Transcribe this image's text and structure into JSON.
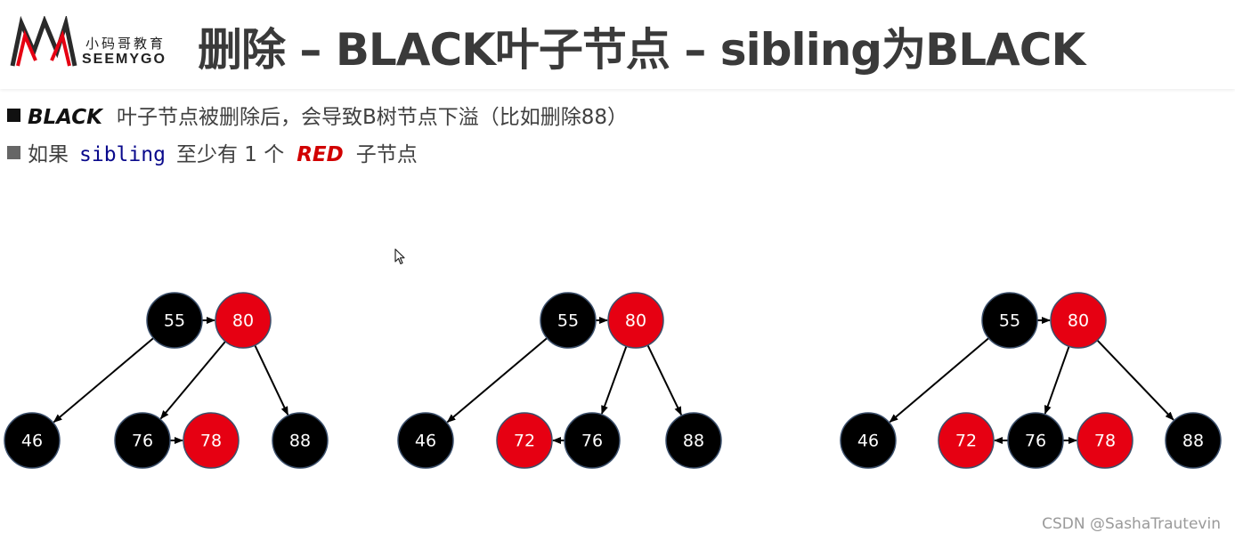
{
  "logo": {
    "chinese": "小码哥教育",
    "english": "SEEMYGO"
  },
  "title": "删除 – BLACK叶子节点 – sibling为BLACK",
  "bullets": {
    "line1": {
      "keyword": "BLACK",
      "text": "叶子节点被删除后，会导致B树节点下溢（比如删除88）"
    },
    "line2": {
      "prefix": "如果",
      "code": "sibling",
      "middle": "至少有 1 个",
      "keyword": "RED",
      "suffix": "子节点"
    }
  },
  "colors": {
    "black_node": "#000000",
    "red_node": "#e60012",
    "node_border": "#3b4f6b",
    "red_text": "#d10000",
    "code_text": "#0a0a8c"
  },
  "trees": [
    {
      "nodes": [
        {
          "label": "55",
          "color": "black"
        },
        {
          "label": "80",
          "color": "red"
        },
        {
          "label": "46",
          "color": "black"
        },
        {
          "label": "76",
          "color": "black"
        },
        {
          "label": "78",
          "color": "red"
        },
        {
          "label": "88",
          "color": "black"
        }
      ]
    },
    {
      "nodes": [
        {
          "label": "55",
          "color": "black"
        },
        {
          "label": "80",
          "color": "red"
        },
        {
          "label": "46",
          "color": "black"
        },
        {
          "label": "72",
          "color": "red"
        },
        {
          "label": "76",
          "color": "black"
        },
        {
          "label": "88",
          "color": "black"
        }
      ]
    },
    {
      "nodes": [
        {
          "label": "55",
          "color": "black"
        },
        {
          "label": "80",
          "color": "red"
        },
        {
          "label": "46",
          "color": "black"
        },
        {
          "label": "72",
          "color": "red"
        },
        {
          "label": "76",
          "color": "black"
        },
        {
          "label": "78",
          "color": "red"
        },
        {
          "label": "88",
          "color": "black"
        }
      ]
    }
  ],
  "icons": {
    "cursor": "mouse-pointer-icon",
    "logo": "seemygo-logo-icon"
  },
  "watermark": "CSDN @SashaTrautevin"
}
